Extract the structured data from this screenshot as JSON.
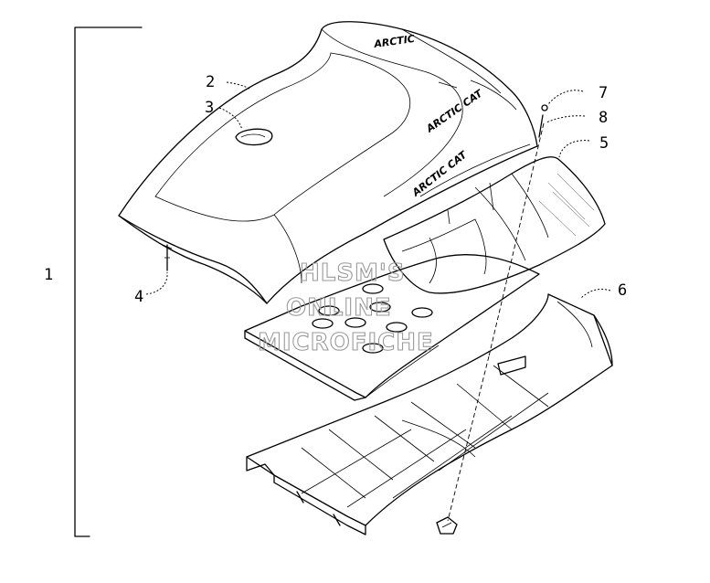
{
  "labels": {
    "assembly": "1",
    "seat_cover": "2",
    "decal": "3",
    "fastener_a": "4",
    "seat_foam": "5",
    "base": "6",
    "screw": "7",
    "washer": "8"
  },
  "watermark": {
    "line1": "HLSM'S",
    "line2": "ONLINE",
    "line3": "MICROFICHE"
  }
}
